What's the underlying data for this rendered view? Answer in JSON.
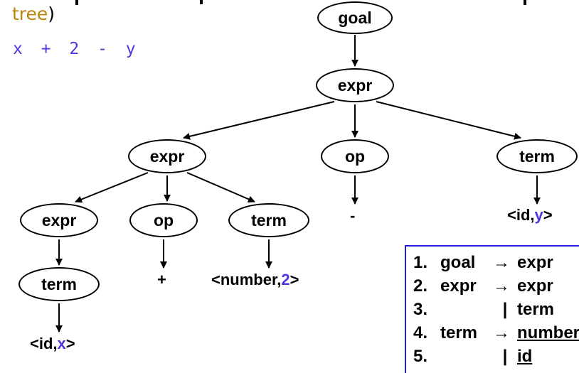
{
  "slide": {
    "caption": {
      "gold_text": "tree",
      "paren_text": ")"
    },
    "expression": "x + 2 - y"
  },
  "tree": {
    "nodes": [
      {
        "id": "goal",
        "label": "goal"
      },
      {
        "id": "expr-1",
        "label": "expr"
      },
      {
        "id": "expr-2",
        "label": "expr"
      },
      {
        "id": "op-2",
        "label": "op"
      },
      {
        "id": "term-2",
        "label": "term"
      },
      {
        "id": "expr-3",
        "label": "expr"
      },
      {
        "id": "op-3",
        "label": "op"
      },
      {
        "id": "term-3",
        "label": "term"
      },
      {
        "id": "term-4",
        "label": "term"
      }
    ],
    "terminals": [
      {
        "id": "minus",
        "prefix": "-",
        "value": "",
        "suffix": ""
      },
      {
        "id": "id-y",
        "prefix": "<id,",
        "value": "y",
        "suffix": ">"
      },
      {
        "id": "plus",
        "prefix": "+",
        "value": "",
        "suffix": ""
      },
      {
        "id": "number-2",
        "prefix": "<number,",
        "value": "2",
        "suffix": ">"
      },
      {
        "id": "id-x",
        "prefix": "<id,",
        "value": "x",
        "suffix": ">"
      }
    ]
  },
  "grammar": {
    "rules": [
      {
        "num": "1.",
        "lhs": "goal",
        "arrow": "→",
        "bar": "",
        "rhs": "expr",
        "underline": false
      },
      {
        "num": "2.",
        "lhs": "expr",
        "arrow": "→",
        "bar": "",
        "rhs": "expr",
        "underline": false
      },
      {
        "num": "3.",
        "lhs": "",
        "arrow": "",
        "bar": "|",
        "rhs": "term",
        "underline": false
      },
      {
        "num": "4.",
        "lhs": "term",
        "arrow": "→",
        "bar": "",
        "rhs": "number",
        "underline": true
      },
      {
        "num": "5.",
        "lhs": "",
        "arrow": "",
        "bar": "|",
        "rhs": "id",
        "underline": true
      }
    ]
  },
  "colors": {
    "terminal_value": "#5533dd",
    "caption_gold": "#b8860b",
    "grammar_border": "#2222dd",
    "node_stroke": "#000000"
  }
}
